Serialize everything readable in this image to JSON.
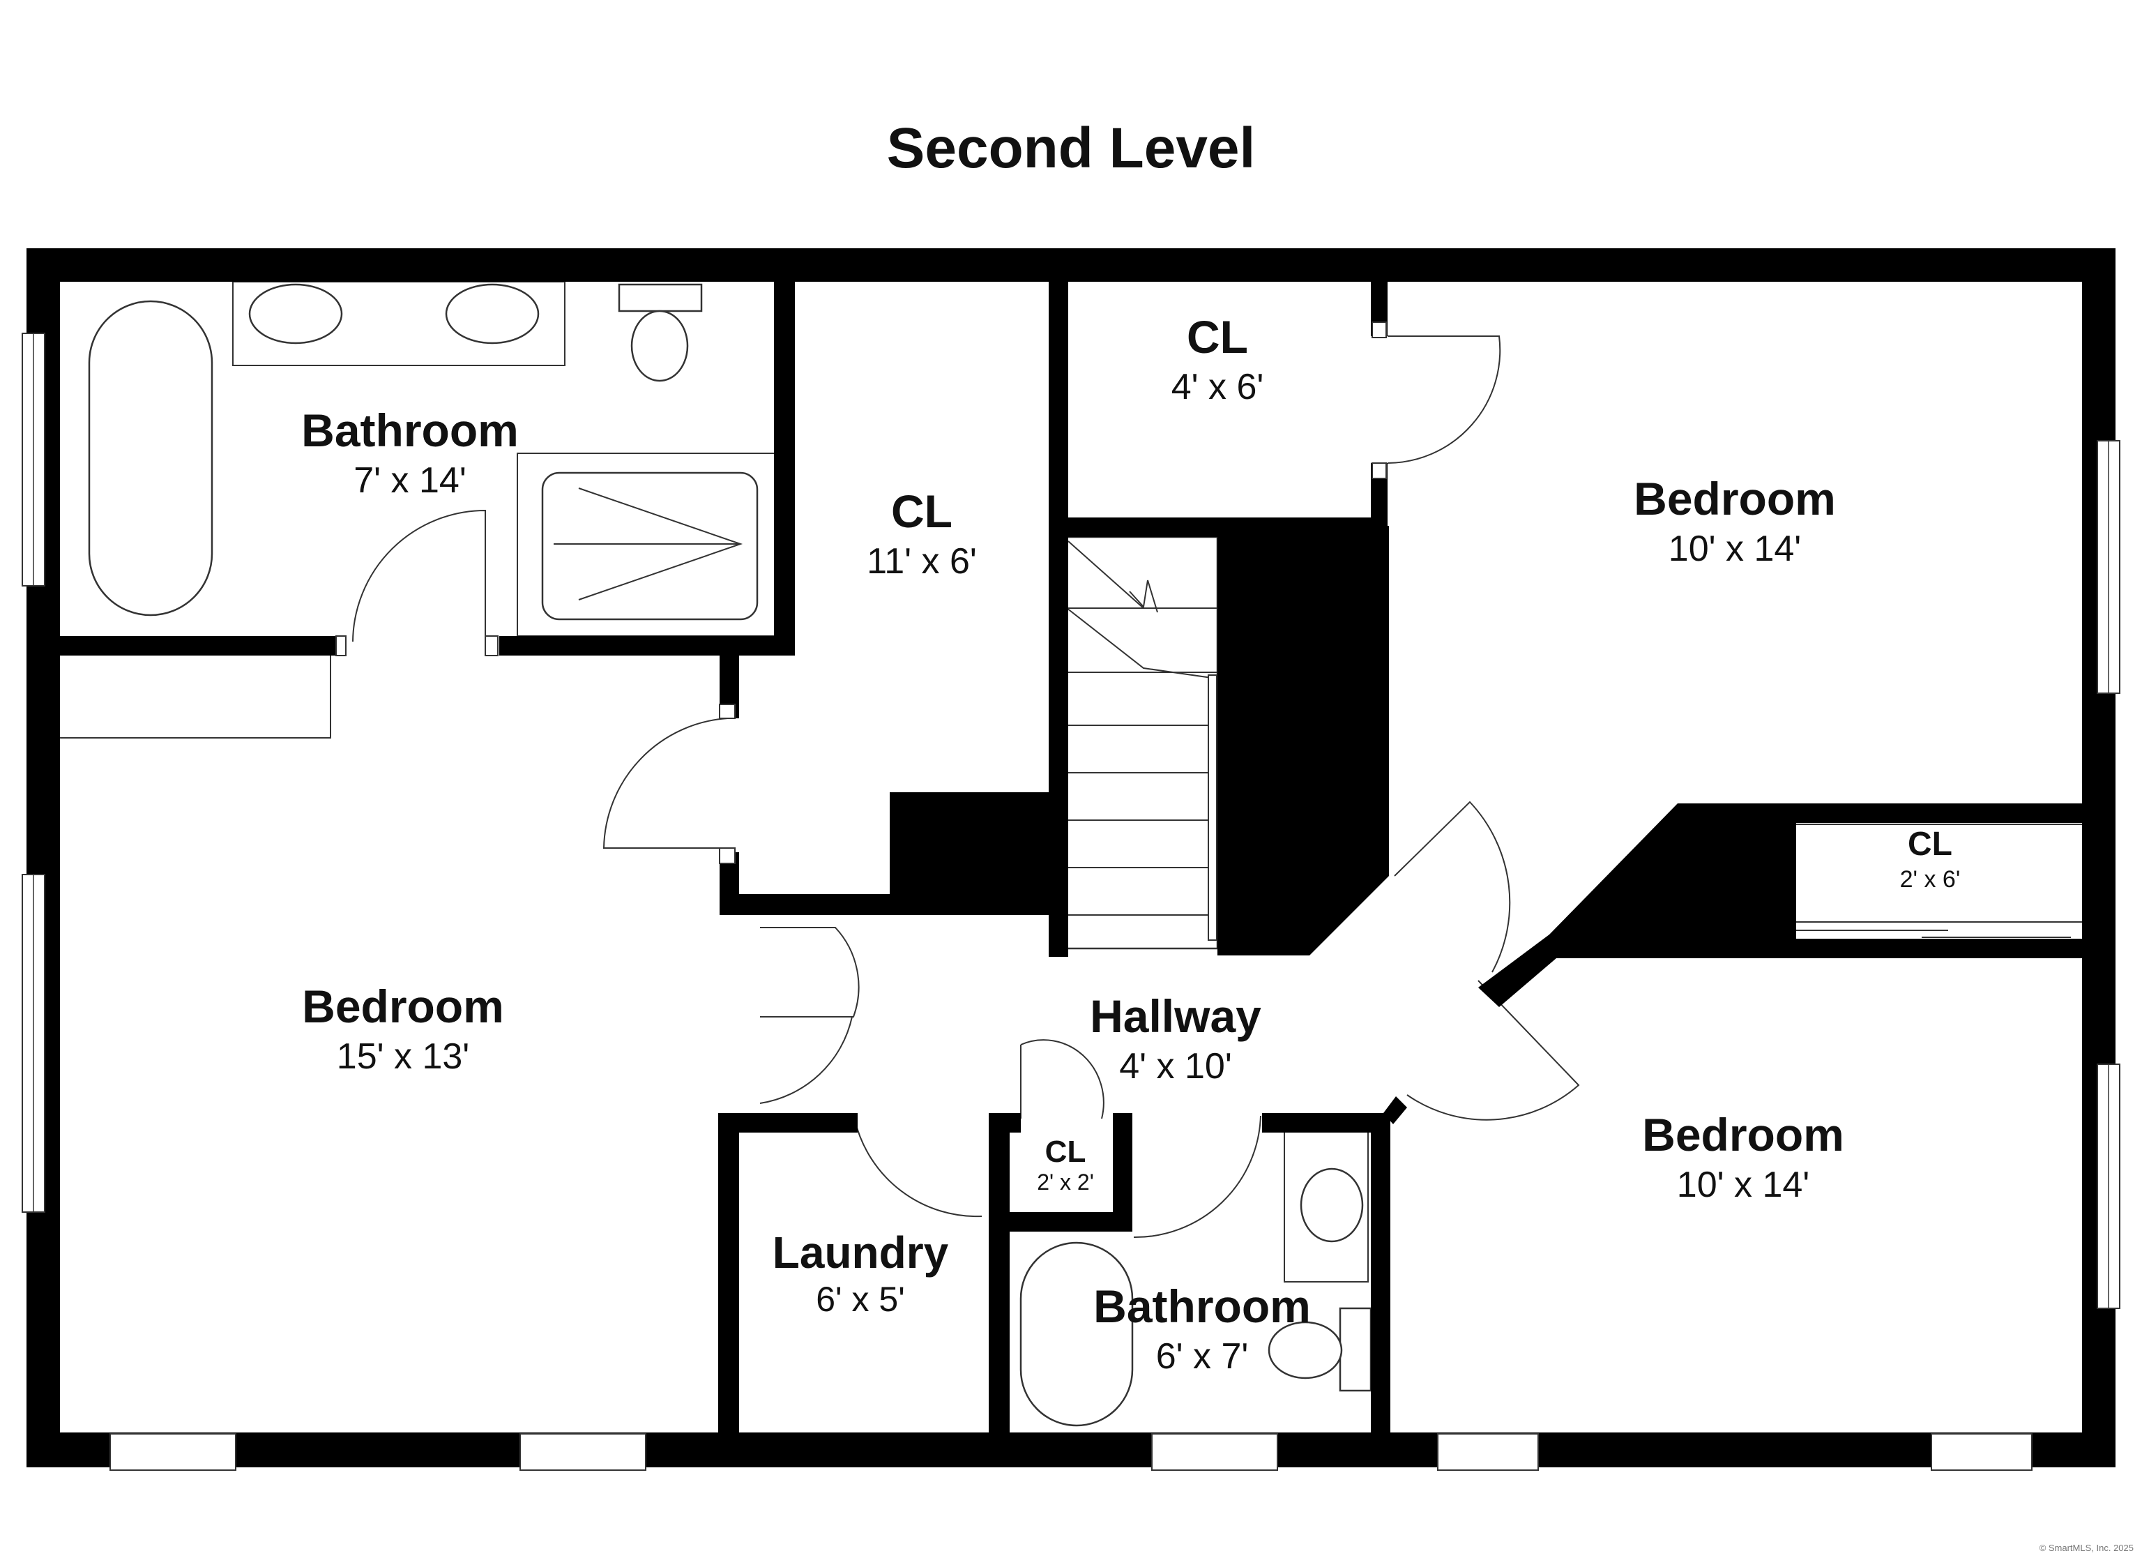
{
  "title": "Second Level",
  "rooms": [
    {
      "id": "bathroom-primary",
      "name": "Bathroom",
      "size": "7' x 14'"
    },
    {
      "id": "closet-large",
      "name": "CL",
      "size": "11' x 6'"
    },
    {
      "id": "closet-top",
      "name": "CL",
      "size": "4' x 6'"
    },
    {
      "id": "bedroom-ne",
      "name": "Bedroom",
      "size": "10' x 14'"
    },
    {
      "id": "closet-small-e",
      "name": "CL",
      "size": "2' x 6'"
    },
    {
      "id": "bedroom-w",
      "name": "Bedroom",
      "size": "15' x 13'"
    },
    {
      "id": "hallway",
      "name": "Hallway",
      "size": "4' x 10'"
    },
    {
      "id": "closet-linen",
      "name": "CL",
      "size": "2' x 2'"
    },
    {
      "id": "bedroom-se",
      "name": "Bedroom",
      "size": "10' x 14'"
    },
    {
      "id": "laundry",
      "name": "Laundry",
      "size": "6' x 5'"
    },
    {
      "id": "bathroom-hall",
      "name": "Bathroom",
      "size": "6' x 7'"
    }
  ],
  "credit": "© SmartMLS, Inc.  2025"
}
